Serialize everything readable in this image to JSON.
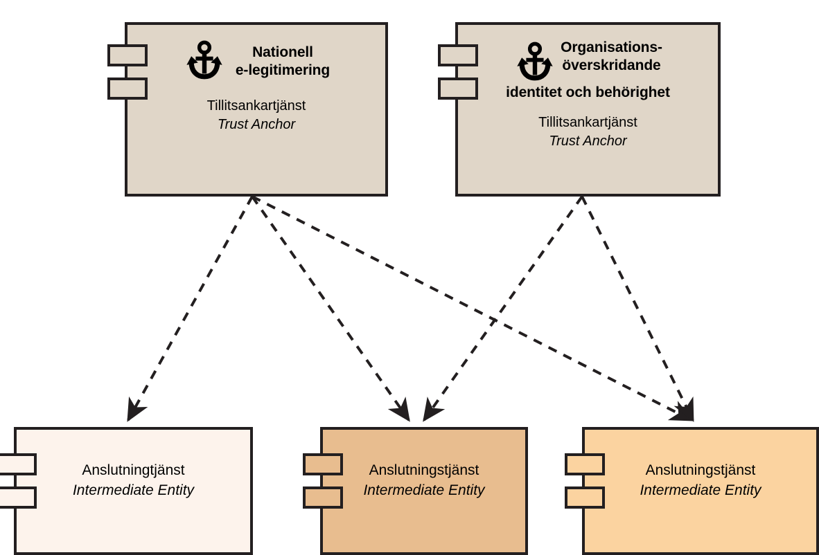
{
  "diagram": {
    "type": "uml-component-diagram",
    "background": "#ffffff",
    "stroke_color": "#231f20",
    "colors": {
      "trust_anchor_fill": "#e0d6c8",
      "intermediate_light_fill": "#fdf3ec",
      "intermediate_medium_fill": "#e8bd8f",
      "intermediate_pale_fill": "#fbd3a0",
      "line_color": "#231f20"
    }
  },
  "trust_anchors": [
    {
      "id": "national-eid",
      "icon": "anchor-icon",
      "title_lines": [
        "Nationell",
        "e-legitimering"
      ],
      "role_sv": "Tillitsankartjänst",
      "role_en": "Trust Anchor",
      "fill": "#e0d6c8"
    },
    {
      "id": "cross-org-identity",
      "icon": "anchor-icon",
      "title_lines": [
        "Organisations-",
        "överskridande",
        "identitet och behörighet"
      ],
      "role_sv": "Tillitsankartjänst",
      "role_en": "Trust Anchor",
      "fill": "#e0d6c8"
    }
  ],
  "intermediate_entities": [
    {
      "id": "intermediate-1",
      "role_sv": "Anslutningtjänst",
      "role_en": "Intermediate Entity",
      "fill": "#fdf3ec"
    },
    {
      "id": "intermediate-2",
      "role_sv": "Anslutningstjänst",
      "role_en": "Intermediate Entity",
      "fill": "#e8bd8f"
    },
    {
      "id": "intermediate-3",
      "role_sv": "Anslutningstjänst",
      "role_en": "Intermediate Entity",
      "fill": "#fbd3a0"
    }
  ],
  "connections": [
    {
      "from": "national-eid",
      "to": "intermediate-1",
      "style": "dashed",
      "arrow": "filled-triangle"
    },
    {
      "from": "national-eid",
      "to": "intermediate-2",
      "style": "dashed",
      "arrow": "filled-triangle"
    },
    {
      "from": "national-eid",
      "to": "intermediate-3",
      "style": "dashed",
      "arrow": "filled-triangle"
    },
    {
      "from": "cross-org-identity",
      "to": "intermediate-2",
      "style": "dashed",
      "arrow": "filled-triangle"
    },
    {
      "from": "cross-org-identity",
      "to": "intermediate-3",
      "style": "dashed",
      "arrow": "filled-triangle"
    }
  ]
}
